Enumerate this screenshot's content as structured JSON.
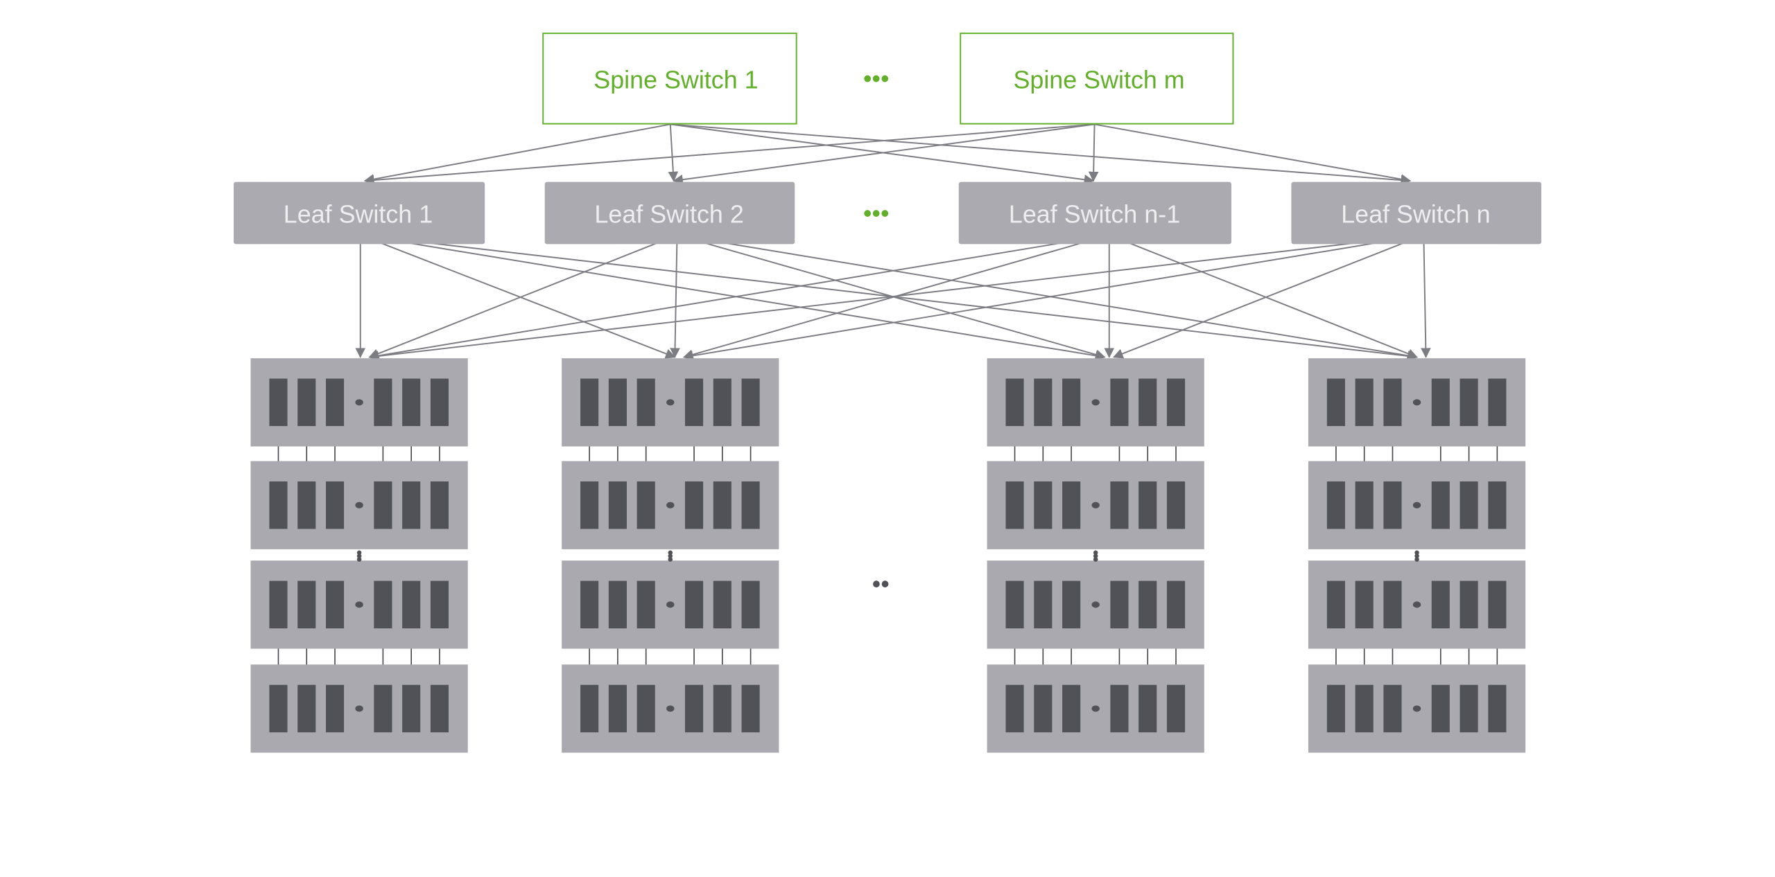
{
  "colors": {
    "accent_green": "#62b02a",
    "leaf_fill": "#abaab0",
    "leaf_text": "#eeeef0",
    "rack_fill": "#a9a9af",
    "port_fill": "#515257",
    "link": "#7c7c83"
  },
  "spines": [
    {
      "label": "Spine Switch 1"
    },
    {
      "label": "Spine Switch m"
    }
  ],
  "spine_ellipsis": "•••",
  "leaves": [
    {
      "label": "Leaf Switch 1"
    },
    {
      "label": "Leaf Switch 2"
    },
    {
      "label": "Leaf Switch n-1"
    },
    {
      "label": "Leaf Switch n"
    }
  ],
  "leaf_ellipsis": "•••",
  "rack_ellipsis": "••"
}
